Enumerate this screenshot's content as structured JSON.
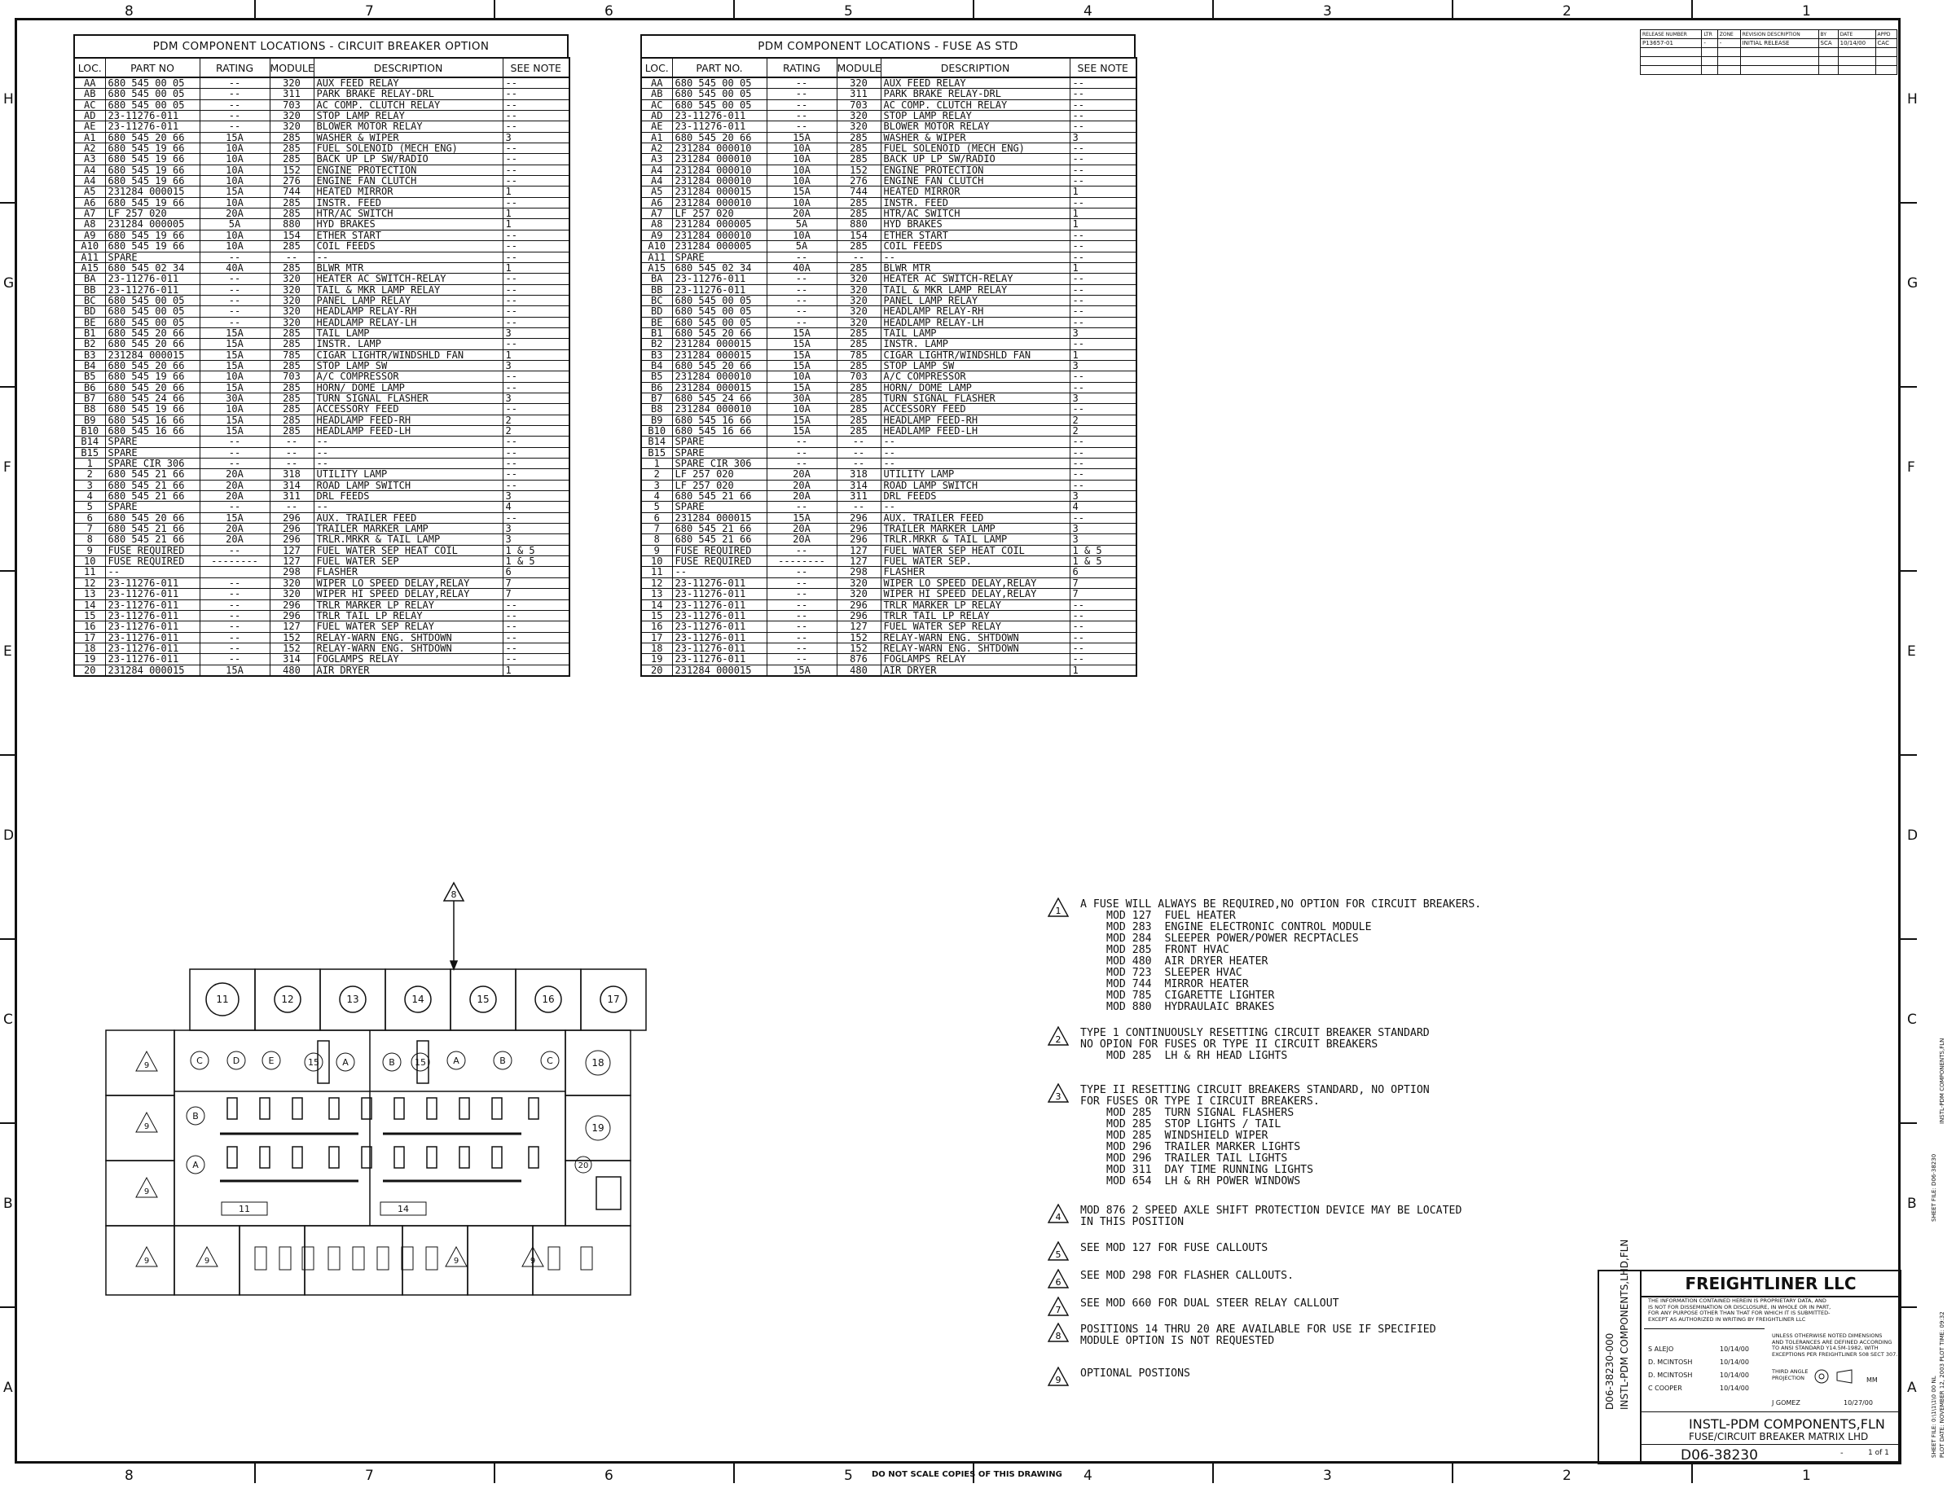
{
  "zones_top": [
    "8",
    "7",
    "6",
    "5",
    "4",
    "3",
    "2",
    "1"
  ],
  "zones_bottom": [
    "8",
    "7",
    "6",
    "5",
    "4",
    "3",
    "2",
    "1"
  ],
  "zones_side": [
    "H",
    "G",
    "F",
    "E",
    "D",
    "C",
    "B",
    "A"
  ],
  "table_cb": {
    "title": "PDM COMPONENT LOCATIONS - CIRCUIT BREAKER OPTION",
    "headers": [
      "LOC.",
      "PART NO",
      "RATING",
      "MODULE",
      "DESCRIPTION",
      "SEE NOTE"
    ],
    "rows": [
      [
        "AA",
        "680 545 00 05",
        "--",
        "320",
        "AUX FEED RELAY",
        "--"
      ],
      [
        "AB",
        "680 545 00 05",
        "--",
        "311",
        "PARK BRAKE RELAY-DRL",
        "--"
      ],
      [
        "AC",
        "680 545 00 05",
        "--",
        "703",
        "AC COMP. CLUTCH RELAY",
        "--"
      ],
      [
        "AD",
        "23-11276-011",
        "--",
        "320",
        "STOP LAMP RELAY",
        "--"
      ],
      [
        "AE",
        "23-11276-011",
        "--",
        "320",
        "BLOWER MOTOR RELAY",
        "--"
      ],
      [
        "A1",
        "680 545 20 66",
        "15A",
        "285",
        "WASHER & WIPER",
        "3"
      ],
      [
        "A2",
        "680 545 19 66",
        "10A",
        "285",
        "FUEL SOLENOID (MECH ENG)",
        "--"
      ],
      [
        "A3",
        "680 545 19 66",
        "10A",
        "285",
        "BACK UP LP SW/RADIO",
        "--"
      ],
      [
        "A4",
        "680 545 19 66",
        "10A",
        "152",
        "ENGINE PROTECTION",
        "--"
      ],
      [
        "A4",
        "680 545 19 66",
        "10A",
        "276",
        "ENGINE FAN CLUTCH",
        "--"
      ],
      [
        "A5",
        "231284 000015",
        "15A",
        "744",
        "HEATED MIRROR",
        "1"
      ],
      [
        "A6",
        "680 545 19 66",
        "10A",
        "285",
        "INSTR. FEED",
        "--"
      ],
      [
        "A7",
        "LF 257 020",
        "20A",
        "285",
        "HTR/AC SWITCH",
        "1"
      ],
      [
        "A8",
        "231284 000005",
        "5A",
        "880",
        "HYD BRAKES",
        "1"
      ],
      [
        "A9",
        "680 545 19 66",
        "10A",
        "154",
        "ETHER START",
        "--"
      ],
      [
        "A10",
        "680 545 19 66",
        "10A",
        "285",
        "COIL FEEDS",
        "--"
      ],
      [
        "A11",
        "SPARE",
        "--",
        "--",
        "--",
        "--"
      ],
      [
        "A15",
        "680 545 02 34",
        "40A",
        "285",
        "BLWR MTR",
        "1"
      ],
      [
        "BA",
        "23-11276-011",
        "--",
        "320",
        "HEATER AC SWITCH-RELAY",
        "--"
      ],
      [
        "BB",
        "23-11276-011",
        "--",
        "320",
        "TAIL & MKR LAMP RELAY",
        "--"
      ],
      [
        "BC",
        "680 545 00 05",
        "--",
        "320",
        "PANEL LAMP RELAY",
        "--"
      ],
      [
        "BD",
        "680 545 00 05",
        "--",
        "320",
        "HEADLAMP RELAY-RH",
        "--"
      ],
      [
        "BE",
        "680 545 00 05",
        "--",
        "320",
        "HEADLAMP RELAY-LH",
        "--"
      ],
      [
        "B1",
        "680 545 20 66",
        "15A",
        "285",
        "TAIL LAMP",
        "3"
      ],
      [
        "B2",
        "680 545 20 66",
        "15A",
        "285",
        "INSTR. LAMP",
        "--"
      ],
      [
        "B3",
        "231284 000015",
        "15A",
        "785",
        "CIGAR LIGHTR/WINDSHLD FAN",
        "1"
      ],
      [
        "B4",
        "680 545 20 66",
        "15A",
        "285",
        "STOP LAMP SW",
        "3"
      ],
      [
        "B5",
        "680 545 19 66",
        "10A",
        "703",
        "A/C COMPRESSOR",
        "--"
      ],
      [
        "B6",
        "680 545 20 66",
        "15A",
        "285",
        "HORN/ DOME LAMP",
        "--"
      ],
      [
        "B7",
        "680 545 24 66",
        "30A",
        "285",
        "TURN SIGNAL FLASHER",
        "3"
      ],
      [
        "B8",
        "680 545 19 66",
        "10A",
        "285",
        "ACCESSORY FEED",
        "--"
      ],
      [
        "B9",
        "680 545 16 66",
        "15A",
        "285",
        "HEADLAMP FEED-RH",
        "2"
      ],
      [
        "B10",
        "680 545 16 66",
        "15A",
        "285",
        "HEADLAMP FEED-LH",
        "2"
      ],
      [
        "B14",
        "SPARE",
        "--",
        "--",
        "--",
        "--"
      ],
      [
        "B15",
        "SPARE",
        "--",
        "--",
        "--",
        "--"
      ],
      [
        "1",
        "SPARE CIR 306",
        "--",
        "--",
        "--",
        "--"
      ],
      [
        "2",
        "680 545 21 66",
        "20A",
        "318",
        "UTILITY LAMP",
        "--"
      ],
      [
        "3",
        "680 545 21 66",
        "20A",
        "314",
        "ROAD LAMP SWITCH",
        "--"
      ],
      [
        "4",
        "680 545 21 66",
        "20A",
        "311",
        "DRL FEEDS",
        "3"
      ],
      [
        "5",
        "SPARE",
        "--",
        "--",
        "--",
        "4"
      ],
      [
        "6",
        "680 545 20 66",
        "15A",
        "296",
        "AUX. TRAILER FEED",
        "--"
      ],
      [
        "7",
        "680 545 21 66",
        "20A",
        "296",
        "TRAILER MARKER LAMP",
        "3"
      ],
      [
        "8",
        "680 545 21 66",
        "20A",
        "296",
        "TRLR.MRKR & TAIL LAMP",
        "3"
      ],
      [
        "9",
        "FUSE REQUIRED",
        "--",
        "127",
        "FUEL WATER SEP HEAT COIL",
        "1 & 5"
      ],
      [
        "10",
        "FUSE REQUIRED",
        "--------",
        "127",
        "FUEL WATER SEP",
        "1 & 5"
      ],
      [
        "11",
        "--",
        "",
        "298",
        "FLASHER",
        "6"
      ],
      [
        "12",
        "23-11276-011",
        "--",
        "320",
        "WIPER LO SPEED DELAY,RELAY",
        "7"
      ],
      [
        "13",
        "23-11276-011",
        "--",
        "320",
        "WIPER HI SPEED DELAY,RELAY",
        "7"
      ],
      [
        "14",
        "23-11276-011",
        "--",
        "296",
        "TRLR MARKER LP RELAY",
        "--"
      ],
      [
        "15",
        "23-11276-011",
        "--",
        "296",
        "TRLR TAIL LP RELAY",
        "--"
      ],
      [
        "16",
        "23-11276-011",
        "--",
        "127",
        "FUEL WATER SEP RELAY",
        "--"
      ],
      [
        "17",
        "23-11276-011",
        "--",
        "152",
        "RELAY-WARN ENG. SHTDOWN",
        "--"
      ],
      [
        "18",
        "23-11276-011",
        "--",
        "152",
        "RELAY-WARN ENG. SHTDOWN",
        "--"
      ],
      [
        "19",
        "23-11276-011",
        "--",
        "314",
        "FOGLAMPS RELAY",
        "--"
      ],
      [
        "20",
        "231284 000015",
        "15A",
        "480",
        "AIR DRYER",
        "1"
      ]
    ]
  },
  "table_fuse": {
    "title": "PDM COMPONENT LOCATIONS - FUSE AS STD",
    "headers": [
      "LOC.",
      "PART NO.",
      "RATING",
      "MODULE",
      "DESCRIPTION",
      "SEE NOTE"
    ],
    "rows": [
      [
        "AA",
        "680 545 00 05",
        "--",
        "320",
        "AUX FEED RELAY",
        "--"
      ],
      [
        "AB",
        "680 545 00 05",
        "--",
        "311",
        "PARK BRAKE RELAY-DRL",
        "--"
      ],
      [
        "AC",
        "680 545 00 05",
        "--",
        "703",
        "AC COMP. CLUTCH RELAY",
        "--"
      ],
      [
        "AD",
        "23-11276-011",
        "--",
        "320",
        "STOP LAMP RELAY",
        "--"
      ],
      [
        "AE",
        "23-11276-011",
        "--",
        "320",
        "BLOWER MOTOR RELAY",
        "--"
      ],
      [
        "A1",
        "680 545 20 66",
        "15A",
        "285",
        "WASHER & WIPER",
        "3"
      ],
      [
        "A2",
        "231284 000010",
        "10A",
        "285",
        "FUEL SOLENOID (MECH ENG)",
        "--"
      ],
      [
        "A3",
        "231284 000010",
        "10A",
        "285",
        "BACK UP LP SW/RADIO",
        "--"
      ],
      [
        "A4",
        "231284 000010",
        "10A",
        "152",
        "ENGINE PROTECTION",
        "--"
      ],
      [
        "A4",
        "231284 000010",
        "10A",
        "276",
        "ENGINE FAN CLUTCH",
        "--"
      ],
      [
        "A5",
        "231284 000015",
        "15A",
        "744",
        "HEATED MIRROR",
        "1"
      ],
      [
        "A6",
        "231284 000010",
        "10A",
        "285",
        "INSTR. FEED",
        "--"
      ],
      [
        "A7",
        "LF 257 020",
        "20A",
        "285",
        "HTR/AC SWITCH",
        "1"
      ],
      [
        "A8",
        "231284 000005",
        "5A",
        "880",
        "HYD BRAKES",
        "1"
      ],
      [
        "A9",
        "231284 000010",
        "10A",
        "154",
        "ETHER START",
        "--"
      ],
      [
        "A10",
        "231284 000005",
        "5A",
        "285",
        "COIL FEEDS",
        "--"
      ],
      [
        "A11",
        "SPARE",
        "--",
        "--",
        "--",
        "--"
      ],
      [
        "A15",
        "680 545 02 34",
        "40A",
        "285",
        "BLWR MTR",
        "1"
      ],
      [
        "BA",
        "23-11276-011",
        "--",
        "320",
        "HEATER AC SWITCH-RELAY",
        "--"
      ],
      [
        "BB",
        "23-11276-011",
        "--",
        "320",
        "TAIL & MKR LAMP RELAY",
        "--"
      ],
      [
        "BC",
        "680 545 00 05",
        "--",
        "320",
        "PANEL LAMP RELAY",
        "--"
      ],
      [
        "BD",
        "680 545 00 05",
        "--",
        "320",
        "HEADLAMP RELAY-RH",
        "--"
      ],
      [
        "BE",
        "680 545 00 05",
        "--",
        "320",
        "HEADLAMP RELAY-LH",
        "--"
      ],
      [
        "B1",
        "680 545 20 66",
        "15A",
        "285",
        "TAIL LAMP",
        "3"
      ],
      [
        "B2",
        "231284 000015",
        "15A",
        "285",
        "INSTR. LAMP",
        "--"
      ],
      [
        "B3",
        "231284 000015",
        "15A",
        "785",
        "CIGAR LIGHTR/WINDSHLD FAN",
        "1"
      ],
      [
        "B4",
        "680 545 20 66",
        "15A",
        "285",
        "STOP LAMP SW",
        "3"
      ],
      [
        "B5",
        "231284 000010",
        "10A",
        "703",
        "A/C COMPRESSOR",
        "--"
      ],
      [
        "B6",
        "231284 000015",
        "15A",
        "285",
        "HORN/ DOME LAMP",
        "--"
      ],
      [
        "B7",
        "680 545 24 66",
        "30A",
        "285",
        "TURN SIGNAL FLASHER",
        "3"
      ],
      [
        "B8",
        "231284 000010",
        "10A",
        "285",
        "ACCESSORY FEED",
        "--"
      ],
      [
        "B9",
        "680 545 16 66",
        "15A",
        "285",
        "HEADLAMP FEED-RH",
        "2"
      ],
      [
        "B10",
        "680 545 16 66",
        "15A",
        "285",
        "HEADLAMP FEED-LH",
        "2"
      ],
      [
        "B14",
        "SPARE",
        "--",
        "--",
        "--",
        "--"
      ],
      [
        "B15",
        "SPARE",
        "--",
        "--",
        "--",
        "--"
      ],
      [
        "1",
        "SPARE CIR 306",
        "--",
        "--",
        "--",
        "--"
      ],
      [
        "2",
        "LF 257 020",
        "20A",
        "318",
        "UTILITY LAMP",
        "--"
      ],
      [
        "3",
        "LF 257 020",
        "20A",
        "314",
        "ROAD LAMP SWITCH",
        "--"
      ],
      [
        "4",
        "680 545 21 66",
        "20A",
        "311",
        "DRL FEEDS",
        "3"
      ],
      [
        "5",
        "SPARE",
        "--",
        "--",
        "--",
        "4"
      ],
      [
        "6",
        "231284 000015",
        "15A",
        "296",
        "AUX. TRAILER FEED",
        "--"
      ],
      [
        "7",
        "680 545 21 66",
        "20A",
        "296",
        "TRAILER MARKER LAMP",
        "3"
      ],
      [
        "8",
        "680 545 21 66",
        "20A",
        "296",
        "TRLR.MRKR & TAIL LAMP",
        "3"
      ],
      [
        "9",
        "FUSE REQUIRED",
        "--",
        "127",
        "FUEL WATER SEP HEAT COIL",
        "1 & 5"
      ],
      [
        "10",
        "FUSE REQUIRED",
        "--------",
        "127",
        "FUEL WATER SEP.",
        "1 & 5"
      ],
      [
        "11",
        "--",
        "--",
        "298",
        "FLASHER",
        "6"
      ],
      [
        "12",
        "23-11276-011",
        "--",
        "320",
        "WIPER LO SPEED DELAY,RELAY",
        "7"
      ],
      [
        "13",
        "23-11276-011",
        "--",
        "320",
        "WIPER HI SPEED DELAY,RELAY",
        "7"
      ],
      [
        "14",
        "23-11276-011",
        "--",
        "296",
        "TRLR MARKER LP RELAY",
        "--"
      ],
      [
        "15",
        "23-11276-011",
        "--",
        "296",
        "TRLR TAIL LP RELAY",
        "--"
      ],
      [
        "16",
        "23-11276-011",
        "--",
        "127",
        "FUEL WATER SEP RELAY",
        "--"
      ],
      [
        "17",
        "23-11276-011",
        "--",
        "152",
        "RELAY-WARN ENG. SHTDOWN",
        "--"
      ],
      [
        "18",
        "23-11276-011",
        "--",
        "152",
        "RELAY-WARN ENG. SHTDOWN",
        "--"
      ],
      [
        "19",
        "23-11276-011",
        "--",
        "876",
        "FOGLAMPS RELAY",
        "--"
      ],
      [
        "20",
        "231284 000015",
        "15A",
        "480",
        "AIR DRYER",
        "1"
      ]
    ]
  },
  "notes": [
    {
      "num": "1",
      "head": "A FUSE WILL ALWAYS BE REQUIRED,NO OPTION FOR CIRCUIT BREAKERS.",
      "items": [
        "MOD 127  FUEL HEATER",
        "MOD 283  ENGINE ELECTRONIC CONTROL MODULE",
        "MOD 284  SLEEPER POWER/POWER RECPTACLES",
        "MOD 285  FRONT HVAC",
        "MOD 480  AIR DRYER HEATER",
        "MOD 723  SLEEPER HVAC",
        "MOD 744  MIRROR HEATER",
        "MOD 785  CIGARETTE LIGHTER",
        "MOD 880  HYDRAULAIC BRAKES"
      ]
    },
    {
      "num": "2",
      "head": "TYPE 1 CONTINUOUSLY RESETTING CIRCUIT BREAKER STANDARD\nNO OPION FOR FUSES OR TYPE II CIRCUIT BREAKERS",
      "items": [
        "MOD 285  LH & RH HEAD LIGHTS"
      ]
    },
    {
      "num": "3",
      "head": "TYPE II RESETTING CIRCUIT BREAKERS STANDARD, NO OPTION\nFOR FUSES OR TYPE I CIRCUIT BREAKERS.",
      "items": [
        "MOD 285  TURN SIGNAL FLASHERS",
        "MOD 285  STOP LIGHTS / TAIL",
        "MOD 285  WINDSHIELD WIPER",
        "MOD 296  TRAILER MARKER LIGHTS",
        "MOD 296  TRAILER TAIL LIGHTS",
        "MOD 311  DAY TIME RUNNING LIGHTS",
        "MOD 654  LH & RH POWER WINDOWS"
      ]
    },
    {
      "num": "4",
      "head": "MOD 876 2 SPEED AXLE SHIFT PROTECTION DEVICE MAY BE LOCATED\nIN THIS POSITION",
      "items": []
    },
    {
      "num": "5",
      "head": "SEE MOD 127 FOR FUSE CALLOUTS",
      "items": []
    },
    {
      "num": "6",
      "head": "SEE MOD 298 FOR FLASHER CALLOUTS.",
      "items": []
    },
    {
      "num": "7",
      "head": "SEE MOD 660 FOR DUAL STEER RELAY CALLOUT",
      "items": []
    },
    {
      "num": "8",
      "head": "POSITIONS 14 THRU 20 ARE AVAILABLE FOR USE IF SPECIFIED\nMODULE OPTION IS NOT REQUESTED",
      "items": []
    },
    {
      "num": "9",
      "head": "OPTIONAL POSTIONS",
      "items": []
    }
  ],
  "diagram": {
    "top_row": [
      "11",
      "12",
      "13",
      "14",
      "15",
      "16",
      "17"
    ],
    "upper_letters": [
      "C",
      "D",
      "E",
      "15",
      "A",
      "B",
      "15",
      "A",
      "B",
      "C"
    ],
    "right_circles": [
      "18",
      "19",
      "20"
    ],
    "lower_labels": [
      "11",
      "14"
    ],
    "side_marks": [
      "B",
      "A"
    ],
    "callout": "8",
    "optional": "9"
  },
  "revision": {
    "headers": [
      "RELEASE NUMBER",
      "LTR",
      "ZONE",
      "REVISION DESCRIPTION",
      "BY",
      "DATE",
      "APPD"
    ],
    "row": [
      "P13657-01",
      "-",
      "-",
      "INITIAL RELEASE",
      "SCA",
      "10/14/00",
      "CAC"
    ]
  },
  "titleblock": {
    "company": "FREIGHTLINER LLC",
    "proprietary": "THE INFORMATION CONTAINED HEREIN IS PROPRIETARY DATA, AND\nIS NOT FOR DISSEMINATION OR DISCLOSURE, IN WHOLE OR IN PART,\nFOR ANY PURPOSE OTHER THAN THAT FOR WHICH IT IS SUBMITTED-\nEXCEPT AS AUTHORIZED IN WRITING BY FREIGHTLINER LLC",
    "tolerances": "UNLESS OTHERWISE NOTED DIMENSIONS\nAND TOLERANCES ARE DEFINED ACCORDING\nTO ANSI STANDARD Y14.5M-1982, WITH\nEXCEPTIONS PER FREIGHTLINER 508 SECT 307.",
    "drawn_by": "S ALEJO",
    "drawn_date": "10/14/00",
    "checked_by": "D. MCINTOSH",
    "checked_date": "10/14/00",
    "eng_by": "D. MCINTOSH",
    "eng_date": "10/14/00",
    "approved_by": "C COOPER",
    "approved_date": "10/14/00",
    "projection": "THIRD ANGLE PROJECTION",
    "units": "MM",
    "designer": "J GOMEZ",
    "designer_date": "10/27/00",
    "title1": "INSTL-PDM COMPONENTS,FLN",
    "title2": "FUSE/CIRCUIT BREAKER MATRIX LHD",
    "dwg_no": "D06-38230",
    "rev": "-",
    "sheet": "1 of 1",
    "side1": "D06-38230-000",
    "side2": "INSTL-PDM COMPONENTS,LHD,FLN"
  },
  "footer": "DO NOT SCALE COPIES OF THIS DRAWING",
  "right_margin": [
    "SHEET FILE: 0:\\1\\1\\1\\0 00 NL",
    "PLOT DATE: NOVEMBER 12, 2003  PLOT TIME: 09:32",
    "SHEET FILE: D06-38230",
    "INSTL-PDM COMPONENTS,FLN"
  ]
}
